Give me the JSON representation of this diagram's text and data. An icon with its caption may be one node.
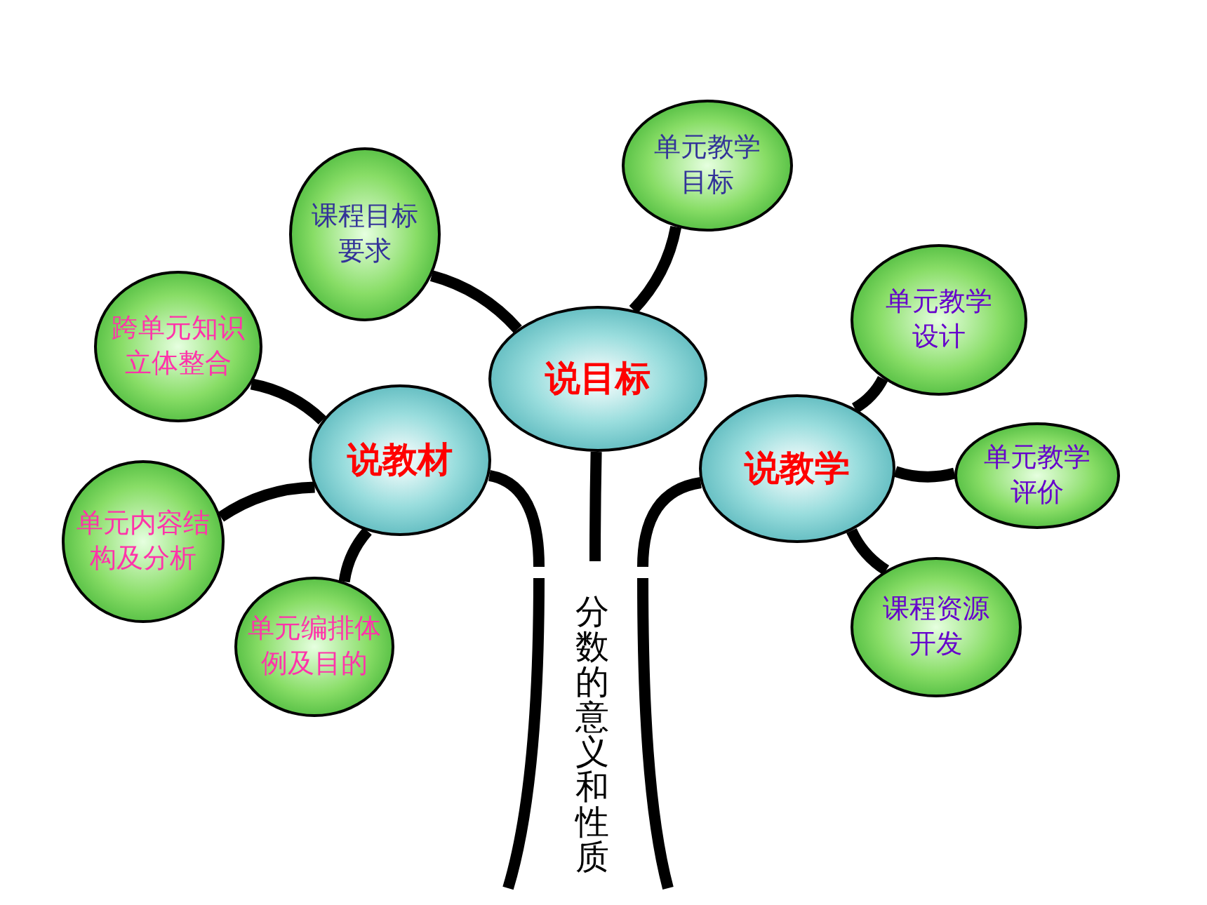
{
  "diagram": {
    "nodes": [
      {
        "text": [
          "分数的意义和性质"
        ]
      },
      {
        "text": [
          "说目标"
        ]
      },
      {
        "text": [
          "课程目标要求"
        ]
      },
      {
        "text": [
          "单元教学目标"
        ]
      },
      {
        "text": [
          "说教材"
        ]
      },
      {
        "text": [
          "跨单元知识立体整合"
        ]
      },
      {
        "text": [
          "单元内容结构及分析"
        ]
      },
      {
        "text": [
          "单元编排体例及目的"
        ]
      },
      {
        "text": [
          "说教学"
        ]
      },
      {
        "text": [
          "单元教学设计"
        ]
      },
      {
        "text": [
          "单元教学评价"
        ]
      },
      {
        "text": [
          "课程资源开发"
        ]
      }
    ],
    "edges": [
      {
        "from": 0,
        "to": 1,
        "arrow": "none"
      },
      {
        "from": 0,
        "to": 4,
        "arrow": "none"
      },
      {
        "from": 0,
        "to": 8,
        "arrow": "none"
      },
      {
        "from": 1,
        "to": 2,
        "arrow": "none"
      },
      {
        "from": 1,
        "to": 3,
        "arrow": "none"
      },
      {
        "from": 4,
        "to": 5,
        "arrow": "none"
      },
      {
        "from": 4,
        "to": 6,
        "arrow": "none"
      },
      {
        "from": 4,
        "to": 7,
        "arrow": "none"
      },
      {
        "from": 8,
        "to": 9,
        "arrow": "none"
      },
      {
        "from": 8,
        "to": 10,
        "arrow": "none"
      },
      {
        "from": 8,
        "to": 11,
        "arrow": "none"
      }
    ]
  }
}
